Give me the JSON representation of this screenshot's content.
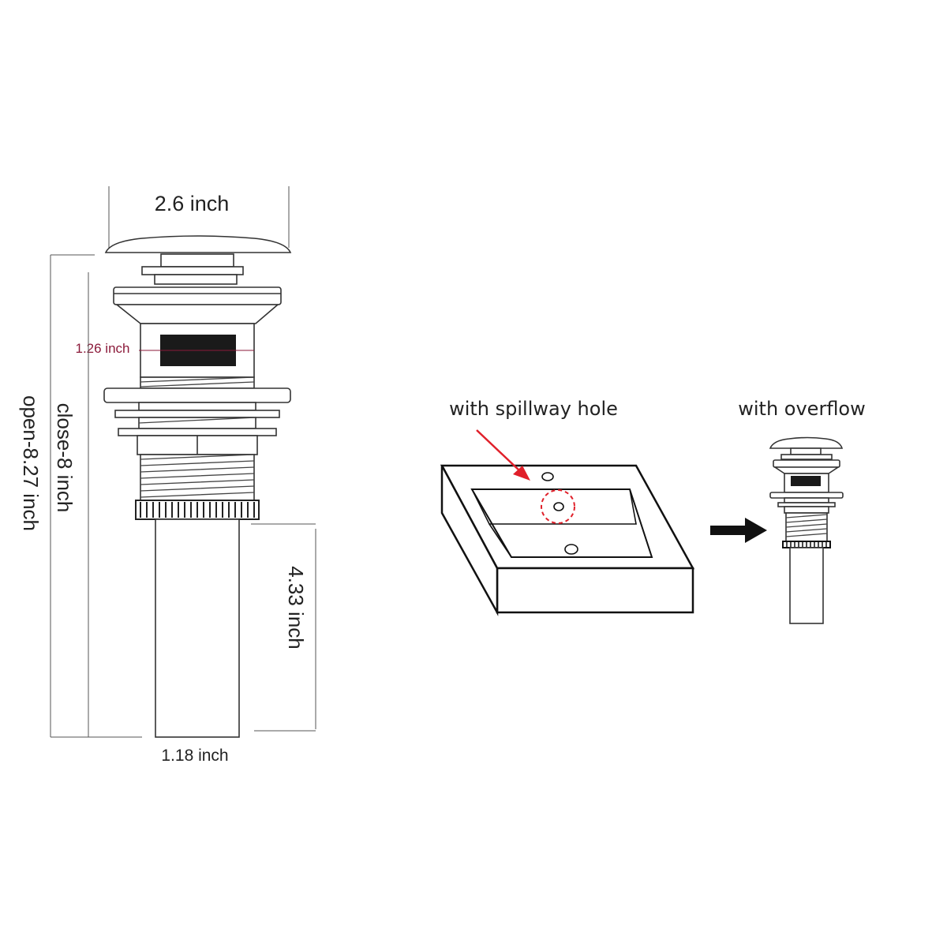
{
  "left_drawing": {
    "top_width_label": "2.6 inch",
    "slot_label": "1.26 inch",
    "close_label": "close-8 inch",
    "open_label": "open-8.27 inch",
    "tail_length_label": "4.33 inch",
    "tail_width_label": "1.18 inch"
  },
  "right_drawing": {
    "spillway_label": "with spillway hole",
    "overflow_label": "with overflow"
  },
  "colors": {
    "slot_label": "#8b1a3a",
    "arrow_red": "#e0202a",
    "slot_fill": "#1a1a1a"
  }
}
